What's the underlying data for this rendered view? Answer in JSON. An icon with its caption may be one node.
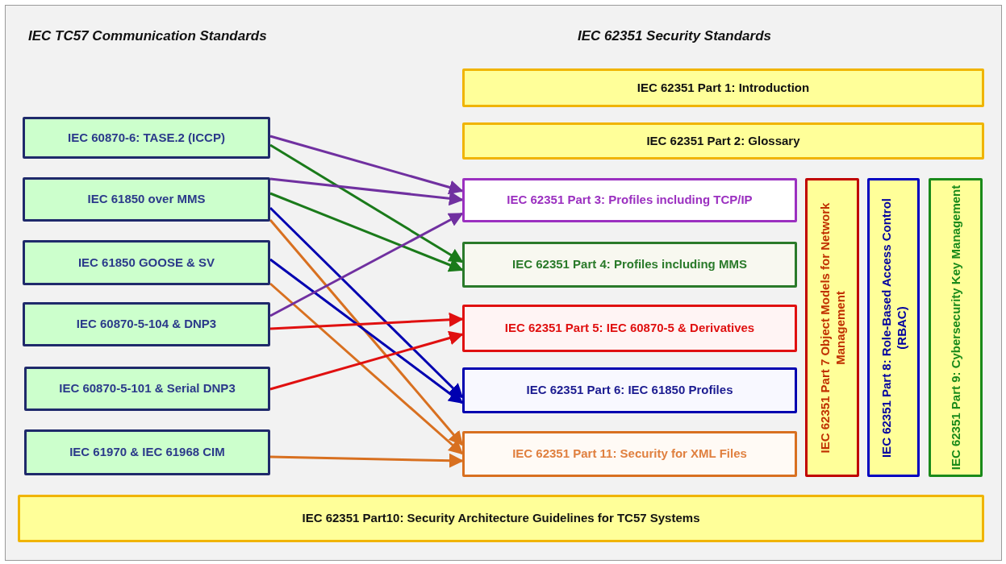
{
  "diagram": {
    "nodes": [
      {
        "text": [
          "IEC 60870-6: TASE.2 (ICCP)"
        ]
      },
      {
        "text": [
          "IEC 61850 over MMS"
        ]
      },
      {
        "text": [
          "IEC 61850 GOOSE & SV"
        ]
      },
      {
        "text": [
          "IEC 60870-5-104 & DNP3"
        ]
      },
      {
        "text": [
          "IEC 60870-5-101 & Serial DNP3"
        ]
      },
      {
        "text": [
          "IEC 61970 & IEC 61968 CIM"
        ]
      },
      {
        "text": [
          "IEC 62351 Part 1: Introduction"
        ]
      },
      {
        "text": [
          "IEC 62351 Part 2: Glossary"
        ]
      },
      {
        "text": [
          "IEC 62351 Part 3: Profiles including TCP/IP"
        ]
      },
      {
        "text": [
          "IEC 62351 Part 4: Profiles including MMS"
        ]
      },
      {
        "text": [
          "IEC 62351 Part 5: IEC 60870-5 & Derivatives"
        ]
      },
      {
        "text": [
          "IEC 62351 Part 6: IEC 61850 Profiles"
        ]
      },
      {
        "text": [
          "IEC 62351 Part 11: Security for XML Files"
        ]
      },
      {
        "text": [
          "IEC 62351 Part 7 Object Models for Network Management"
        ]
      },
      {
        "text": [
          "IEC 62351 Part 8: Role-Based Access Control (RBAC)"
        ]
      },
      {
        "text": [
          "IEC 62351 Part 9: Cybersecurity Key Management"
        ]
      },
      {
        "text": [
          "IEC 62351 Part10: Security Architecture Guidelines for TC57 Systems"
        ]
      }
    ],
    "edges": [
      {
        "from": 0,
        "to": 8,
        "arrow": "to",
        "color": "#7030a0"
      },
      {
        "from": 0,
        "to": 9,
        "arrow": "to",
        "color": "#1a7a1a"
      },
      {
        "from": 1,
        "to": 8,
        "arrow": "to",
        "color": "#7030a0"
      },
      {
        "from": 1,
        "to": 9,
        "arrow": "to",
        "color": "#1a7a1a"
      },
      {
        "from": 1,
        "to": 11,
        "arrow": "to",
        "color": "#0000b0"
      },
      {
        "from": 1,
        "to": 12,
        "arrow": "to",
        "color": "#d87020"
      },
      {
        "from": 2,
        "to": 11,
        "arrow": "to",
        "color": "#0000b0"
      },
      {
        "from": 2,
        "to": 12,
        "arrow": "to",
        "color": "#d87020"
      },
      {
        "from": 3,
        "to": 8,
        "arrow": "to",
        "color": "#7030a0"
      },
      {
        "from": 3,
        "to": 10,
        "arrow": "to",
        "color": "#e01010"
      },
      {
        "from": 4,
        "to": 10,
        "arrow": "to",
        "color": "#e01010"
      },
      {
        "from": 5,
        "to": 12,
        "arrow": "to",
        "color": "#d87020"
      }
    ],
    "labels": [
      "IEC TC57 Communication Standards",
      "IEC 62351 Security Standards"
    ]
  }
}
